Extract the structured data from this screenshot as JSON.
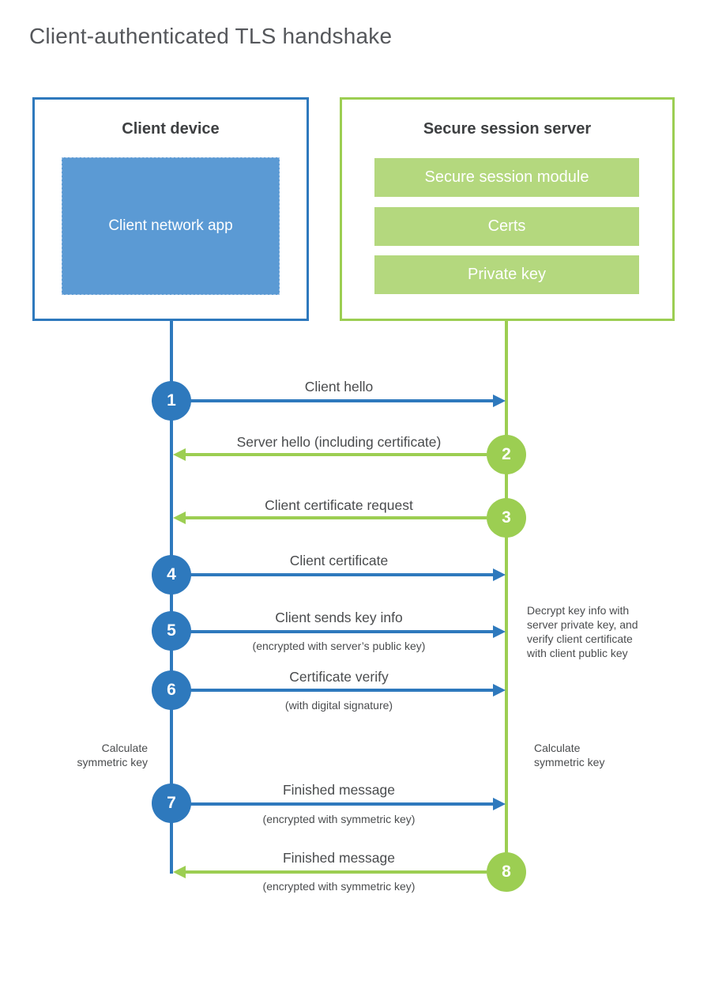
{
  "title": "Client-authenticated TLS handshake",
  "client_box": {
    "title": "Client device",
    "app": "Client network app"
  },
  "server_box": {
    "title": "Secure session server",
    "modules": [
      "Secure session module",
      "Certs",
      "Private key"
    ]
  },
  "steps": [
    {
      "num": "1",
      "label": "Client hello",
      "sub": ""
    },
    {
      "num": "2",
      "label": "Server hello (including certificate)",
      "sub": ""
    },
    {
      "num": "3",
      "label": "Client certificate request",
      "sub": ""
    },
    {
      "num": "4",
      "label": "Client certificate",
      "sub": ""
    },
    {
      "num": "5",
      "label": "Client sends key info",
      "sub": "(encrypted with server’s public key)"
    },
    {
      "num": "6",
      "label": "Certificate verify",
      "sub": "(with digital signature)"
    },
    {
      "num": "7",
      "label": "Finished message",
      "sub": "(encrypted with symmetric key)"
    },
    {
      "num": "8",
      "label": "Finished message",
      "sub": "(encrypted with symmetric key)"
    }
  ],
  "notes": {
    "decrypt": "Decrypt key info with\nserver private key, and\nverify client certificate\nwith client public key",
    "calc_left": "Calculate\nsymmetric key",
    "calc_right": "Calculate\nsymmetric key"
  },
  "colors": {
    "blue": "#2e79bd",
    "blue_fill": "#5b9ad4",
    "green": "#9cce52",
    "green_fill": "#b4d87e"
  }
}
